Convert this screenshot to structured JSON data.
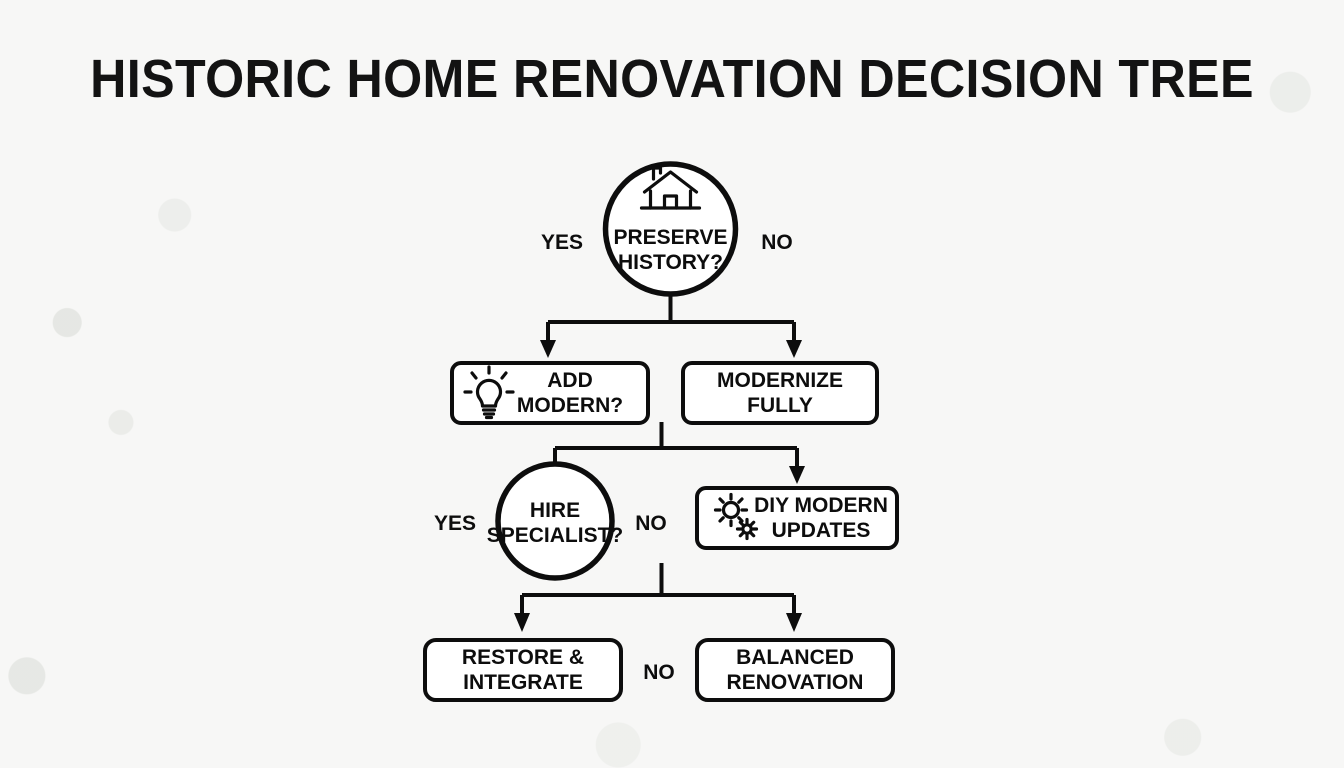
{
  "page": {
    "title": "HISTORIC HOME RENOVATION DECISION TREE",
    "background_color": "#f7f7f6",
    "ink_color": "#0d0d0d"
  },
  "diagram": {
    "type": "decision-tree",
    "root": {
      "id": "preserve-history",
      "shape": "circle",
      "icon": "house-icon",
      "line1": "PRESERVE",
      "line2": "HISTORY?",
      "yes_label": "YES",
      "no_label": "NO"
    },
    "level2": {
      "left": {
        "id": "add-modern",
        "shape": "rounded-rect",
        "icon": "lightbulb-icon",
        "line1": "ADD",
        "line2": "MODERN?"
      },
      "right": {
        "id": "modernize-fully",
        "shape": "rounded-rect",
        "icon": "none",
        "line1": "MODERNIZE",
        "line2": "FULLY"
      }
    },
    "level3": {
      "left": {
        "id": "hire-specialist",
        "shape": "circle",
        "icon": "none",
        "line1": "HIRE",
        "line2": "SPECIALIST?",
        "yes_label": "YES",
        "no_label": "NO"
      },
      "right": {
        "id": "diy-modern-updates",
        "shape": "rounded-rect",
        "icon": "gears-icon",
        "line1": "DIY MODERN",
        "line2": "UPDATES"
      }
    },
    "level4": {
      "left": {
        "id": "restore-integrate",
        "shape": "rounded-rect",
        "icon": "none",
        "line1": "RESTORE &",
        "line2": "INTEGRATE"
      },
      "middle_label": "NO",
      "right": {
        "id": "balanced-renovation",
        "shape": "rounded-rect",
        "icon": "none",
        "line1": "BALANCED",
        "line2": "RENOVATION"
      }
    }
  }
}
